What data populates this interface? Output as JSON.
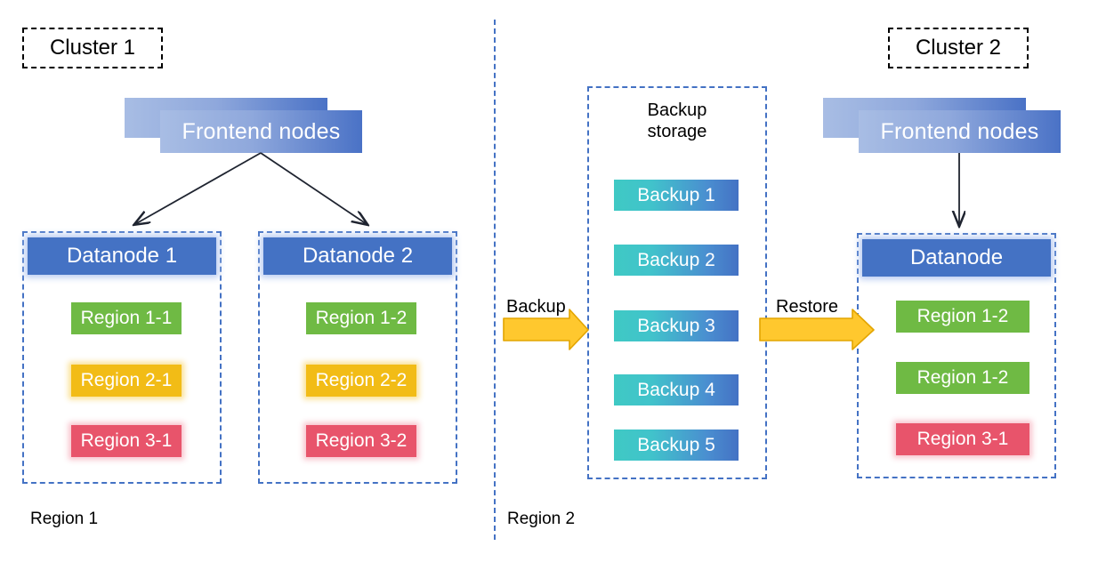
{
  "diagram": {
    "title_tags": [
      {
        "label": "Cluster 1"
      },
      {
        "label": "Cluster 2"
      }
    ],
    "left_cluster": {
      "frontend_label": "Frontend nodes",
      "datanodes": [
        {
          "title": "Datanode 1",
          "regions": [
            {
              "label": "Region 1-1",
              "color": "#6fba44",
              "tone": "green"
            },
            {
              "label": "Region 2-1",
              "color": "#f2bc16",
              "tone": "yellow"
            },
            {
              "label": "Region 3-1",
              "color": "#e8546b",
              "tone": "red"
            }
          ]
        },
        {
          "title": "Datanode 2",
          "regions": [
            {
              "label": "Region 1-2",
              "color": "#6fba44",
              "tone": "green"
            },
            {
              "label": "Region 2-2",
              "color": "#f2bc16",
              "tone": "yellow"
            },
            {
              "label": "Region 3-2",
              "color": "#e8546b",
              "tone": "red"
            }
          ]
        }
      ]
    },
    "backup_storage": {
      "title": "Backup\nstorage",
      "items": [
        {
          "label": "Backup 1"
        },
        {
          "label": "Backup 2"
        },
        {
          "label": "Backup 3"
        },
        {
          "label": "Backup 4"
        },
        {
          "label": "Backup 5"
        }
      ]
    },
    "right_cluster": {
      "frontend_label": "Frontend nodes",
      "datanode": {
        "title": "Datanode",
        "regions": [
          {
            "label": "Region 1-2",
            "color": "#6fba44",
            "tone": "green"
          },
          {
            "label": "Region 1-2",
            "color": "#6fba44",
            "tone": "green"
          },
          {
            "label": "Region 3-1",
            "color": "#e8546b",
            "tone": "red"
          }
        ]
      }
    },
    "flow_arrows": [
      {
        "label": "Backup"
      },
      {
        "label": "Restore"
      }
    ],
    "region_footers": [
      {
        "label": "Region 1"
      },
      {
        "label": "Region 2"
      }
    ],
    "colors": {
      "accent_blue": "#4472c4",
      "frontend_gradient_start": "#a8bde4",
      "frontend_gradient_end": "#4a72c6",
      "backup_gradient_start": "#3fc9c4",
      "backup_gradient_end": "#4472c4",
      "flow_arrow_fill": "#ffc82e",
      "flow_arrow_stroke": "#e3a500",
      "connector_stroke": "#1f2430",
      "tag_border": "#000000"
    }
  }
}
